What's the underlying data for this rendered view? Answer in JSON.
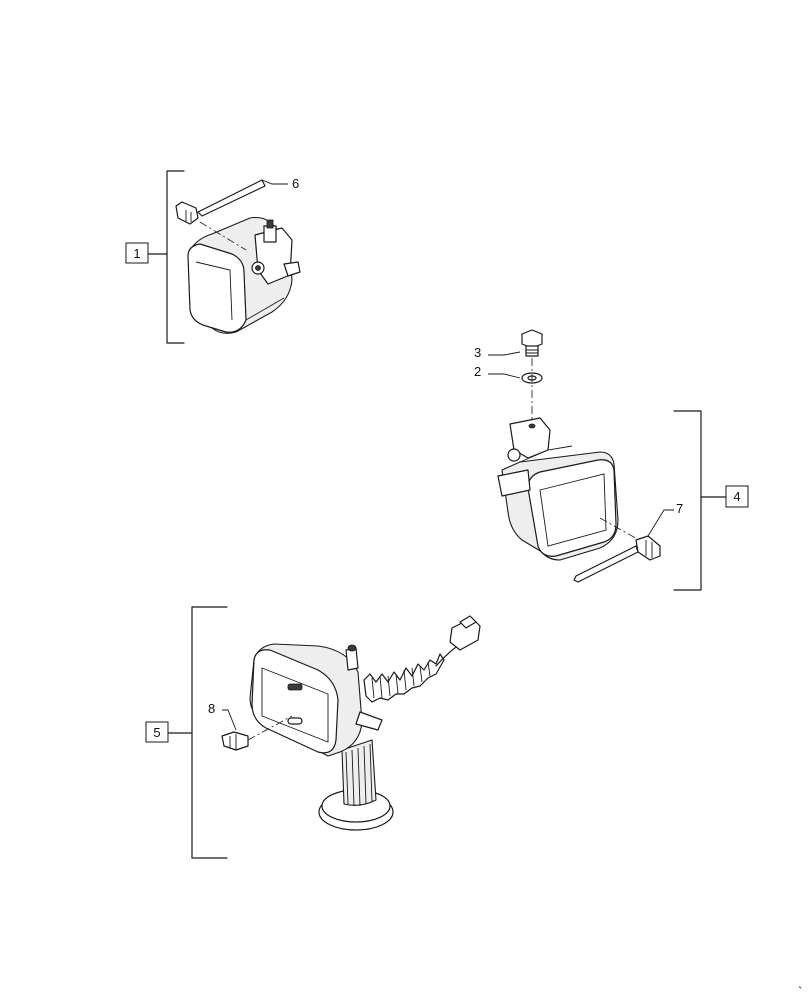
{
  "callouts": {
    "item_1": "1",
    "item_2": "2",
    "item_3": "3",
    "item_4": "4",
    "item_5": "5",
    "item_6": "6",
    "item_7": "7",
    "item_8": "8"
  },
  "corner_mark": "`"
}
